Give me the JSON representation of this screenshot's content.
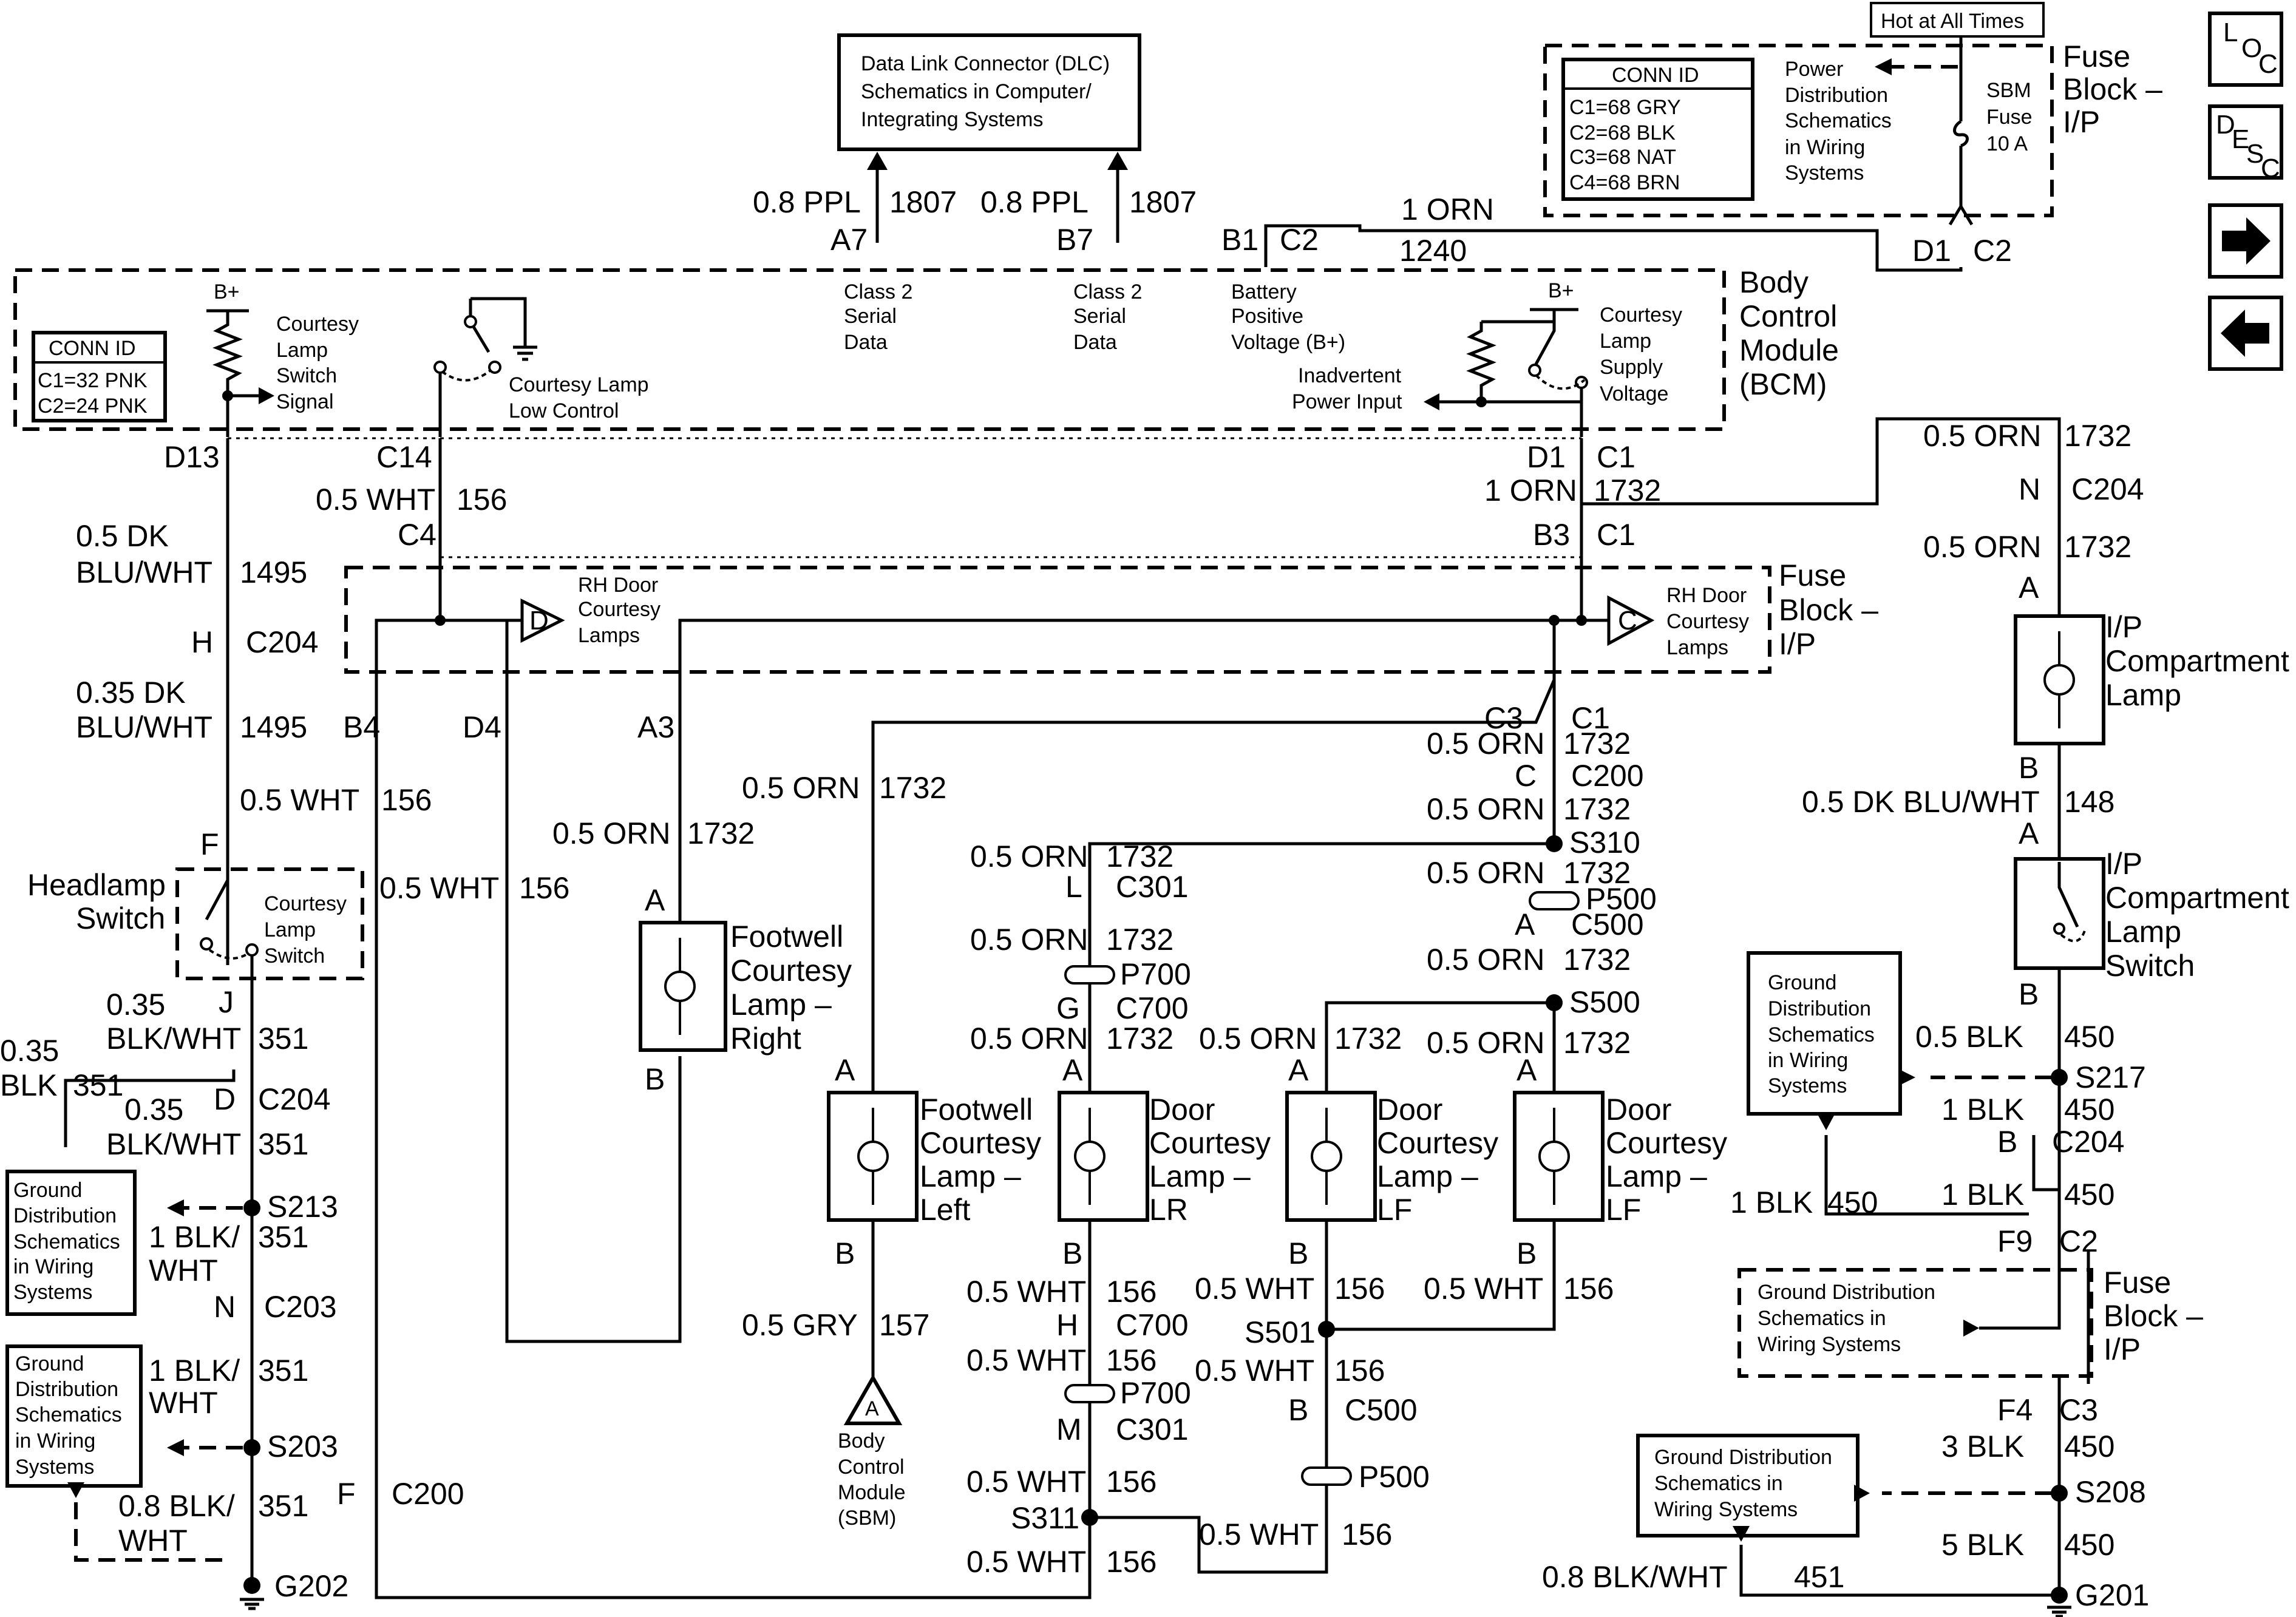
{
  "dlc_box": {
    "line1": "Data Link Connector (DLC)",
    "line2": "Schematics in Computer/",
    "line3": "Integrating Systems"
  },
  "hot_label": "Hot at All Times",
  "fuse_block_top": {
    "title": [
      "Fuse",
      "Block –",
      "I/P"
    ],
    "conn_title": "CONN ID",
    "conn": [
      "C1=68 GRY",
      "C2=68 BLK",
      "C3=68 NAT",
      "C4=68 BRN"
    ],
    "power_ref": [
      "Power",
      "Distribution",
      "Schematics",
      "in Wiring",
      "Systems"
    ],
    "fuse": [
      "SBM",
      "Fuse",
      "10 A"
    ],
    "pin": "D1",
    "conn_pin": "C2"
  },
  "nav": {
    "loc_L": "L",
    "loc_O": "O",
    "loc_C": "C",
    "desc_D": "D",
    "desc_E": "E",
    "desc_S": "S",
    "desc_C": "C",
    "right_arrow": "➡",
    "left_arrow": "⬅"
  },
  "bcm": {
    "title": [
      "Body",
      "Control",
      "Module",
      "(BCM)"
    ],
    "conn_title": "CONN ID",
    "conn": [
      "C1=32 PNK",
      "C2=24 PNK"
    ],
    "bplus_left": "B+",
    "bplus_right": "B+",
    "switch_signal": [
      "Courtesy",
      "Lamp",
      "Switch",
      "Signal"
    ],
    "low_control": [
      "Courtesy Lamp",
      "Low Control"
    ],
    "class2_a": [
      "Class 2",
      "Serial",
      "Data"
    ],
    "class2_b": [
      "Class 2",
      "Serial",
      "Data"
    ],
    "battery": [
      "Battery",
      "Positive",
      "Voltage (B+)"
    ],
    "inadvertent": [
      "Inadvertent",
      "Power Input"
    ],
    "supply": [
      "Courtesy",
      "Lamp",
      "Supply",
      "Voltage"
    ]
  },
  "top_wires": {
    "a7_wire": "0.8 PPL",
    "a7_circuit": "1807",
    "a7_pin": "A7",
    "b7_wire": "0.8 PPL",
    "b7_circuit": "1807",
    "b7_pin": "B7",
    "b1_pin": "B1",
    "b1_conn": "C2",
    "orn_wire": "1 ORN",
    "orn_circuit": "1240"
  },
  "fuse_block_mid": {
    "title": [
      "Fuse",
      "Block –",
      "I/P"
    ],
    "rh_left": [
      "RH Door",
      "Courtesy",
      "Lamps"
    ],
    "rh_right": [
      "RH Door",
      "Courtesy",
      "Lamps"
    ],
    "diode_left": "D",
    "diode_right": "C"
  },
  "labels": {
    "d13": "D13",
    "c14": "C14",
    "c4": "C4",
    "d1": "D1",
    "c1a": "C1",
    "b3": "B3",
    "c1b": "C1",
    "w156a": "0.5 WHT",
    "c156a": "156",
    "orn1a": "1 ORN",
    "c1732a": "1732",
    "dkblu1": "0.5 DK",
    "dkblu2": "BLU/WHT",
    "c1495a": "1495",
    "h": "H",
    "c204a": "C204",
    "dkblu3": "0.35 DK",
    "dkblu4": "BLU/WHT",
    "c1495b": "1495",
    "b4": "B4",
    "d4": "D4",
    "a3": "A3",
    "c3": "C3",
    "c1c": "C1",
    "w156b": "0.5 WHT",
    "c156b": "156",
    "f": "F",
    "w156c": "0.5 WHT",
    "c156c": "156",
    "orn1732a": "0.5 ORN",
    "c1732b": "1732",
    "orn1732b": "0.5 ORN",
    "c1732c": "1732",
    "a_fr": "A",
    "b_fr": "B",
    "footwell_right": [
      "Footwell",
      "Courtesy",
      "Lamp –",
      "Right"
    ],
    "headlamp": [
      "Headlamp",
      "Switch"
    ],
    "hl_switch": [
      "Courtesy",
      "Lamp",
      "Switch"
    ],
    "j": "J",
    "blk035a": "0.35",
    "blk035b": "BLK/WHT",
    "c351a": "351",
    "blk035c": "0.35",
    "blk035d": "BLK",
    "c351b": "351",
    "blk035e": "0.35",
    "blk035f": "BLK/WHT",
    "c351c": "351",
    "d": "D",
    "c204b": "C204",
    "s213": "S213",
    "blk1a": "1 BLK/",
    "blk1b": "WHT",
    "c351d": "351",
    "n": "N",
    "c203": "C203",
    "blk1c": "1 BLK/",
    "blk1d": "WHT",
    "c351e": "351",
    "s203": "S203",
    "blk08a": "0.8 BLK/",
    "blk08b": "WHT",
    "c351f": "351",
    "f2": "F",
    "c200": "C200",
    "g202": "G202",
    "gnd1": [
      "Ground",
      "Distribution",
      "Schematics",
      "in Wiring",
      "Systems"
    ],
    "gnd2": [
      "Ground",
      "Distribution",
      "Schematics",
      "in Wiring",
      "Systems"
    ],
    "orn_b": "0.5 ORN",
    "c1732d": "1732",
    "c_c200": "C",
    "c200b": "C200",
    "orn_c": "0.5 ORN",
    "c1732e": "1732",
    "s310": "S310",
    "orn_d": "0.5 ORN",
    "c1732f": "1732",
    "l": "L",
    "c301": "C301",
    "orn_e": "0.5 ORN",
    "c1732g": "1732",
    "p500a": "P500",
    "a_c500": "A",
    "c500a": "C500",
    "orn_f": "0.5 ORN",
    "c1732h": "1732",
    "p700a": "P700",
    "g": "G",
    "c700a": "C700",
    "orn_g": "0.5 ORN",
    "c1732i": "1732",
    "s500": "S500",
    "orn_h": "0.5 ORN",
    "c1732j": "1732",
    "orn_i": "0.5 ORN",
    "c1732k": "1732",
    "a_fl": "A",
    "a_lr": "A",
    "a_lf1": "A",
    "a_lf2": "A",
    "footwell_left": [
      "Footwell",
      "Courtesy",
      "Lamp –",
      "Left"
    ],
    "door_lr": [
      "Door",
      "Courtesy",
      "Lamp –",
      "LR"
    ],
    "door_lf1": [
      "Door",
      "Courtesy",
      "Lamp –",
      "LF"
    ],
    "door_lf2": [
      "Door",
      "Courtesy",
      "Lamp –",
      "LF"
    ],
    "b_fl": "B",
    "b_lr": "B",
    "b_lf1": "B",
    "b_lf2": "B",
    "gry": "0.5 GRY",
    "c157": "157",
    "bcm_ref": [
      "Body",
      "Control",
      "Module",
      "(SBM)"
    ],
    "bcm_ref_letter": "A",
    "w156d": "0.5 WHT",
    "c156d": "156",
    "h2": "H",
    "c700b": "C700",
    "w156e": "0.5 WHT",
    "c156e": "156",
    "p700b": "P700",
    "m": "M",
    "c301b": "C301",
    "w156f": "0.5 WHT",
    "c156f": "156",
    "s311": "S311",
    "w156g": "0.5 WHT",
    "c156g": "156",
    "w156h": "0.5 WHT",
    "c156h": "156",
    "w156i": "0.5 WHT",
    "c156i": "156",
    "s501": "S501",
    "w156j": "0.5 WHT",
    "c156j": "156",
    "b_c500": "B",
    "c500b": "C500",
    "p500b": "P500",
    "w156k": "0.5 WHT",
    "c156k": "156",
    "orn_j": "0.5 ORN",
    "c1732l": "1732",
    "n_c204": "N",
    "c204c": "C204",
    "orn_k": "0.5 ORN",
    "c1732m": "1732",
    "a_ip": "A",
    "ip_lamp": [
      "I/P",
      "Compartment",
      "Lamp"
    ],
    "b_ip": "B",
    "dkblu148": "0.5 DK BLU/WHT",
    "c148": "148",
    "a_ips": "A",
    "ip_switch": [
      "I/P",
      "Compartment",
      "Lamp",
      "Switch"
    ],
    "b_ips": "B",
    "blk05": "0.5 BLK",
    "c450a": "450",
    "s217": "S217",
    "blk1e": "1 BLK",
    "c450b": "450",
    "b_c204": "B",
    "c204d": "C204",
    "blk1f": "1 BLK",
    "c450c": "450",
    "blk1g": "1 BLK",
    "c450d": "450",
    "f9": "F9",
    "c2b": "C2",
    "gnd3": [
      "Ground",
      "Distribution",
      "Schematics",
      "in Wiring",
      "Systems"
    ],
    "gnd4": [
      "Ground Distribution",
      "Schematics in",
      "Wiring Systems"
    ],
    "fuse_block_bot": [
      "Fuse",
      "Block –",
      "I/P"
    ],
    "f4": "F4",
    "c3b": "C3",
    "blk3": "3 BLK",
    "c450e": "450",
    "gnd5": [
      "Ground Distribution",
      "Schematics in",
      "Wiring Systems"
    ],
    "s208": "S208",
    "blk5": "5 BLK",
    "c450f": "450",
    "blk08c": "0.8 BLK/WHT",
    "c451": "451",
    "g201": "G201"
  }
}
